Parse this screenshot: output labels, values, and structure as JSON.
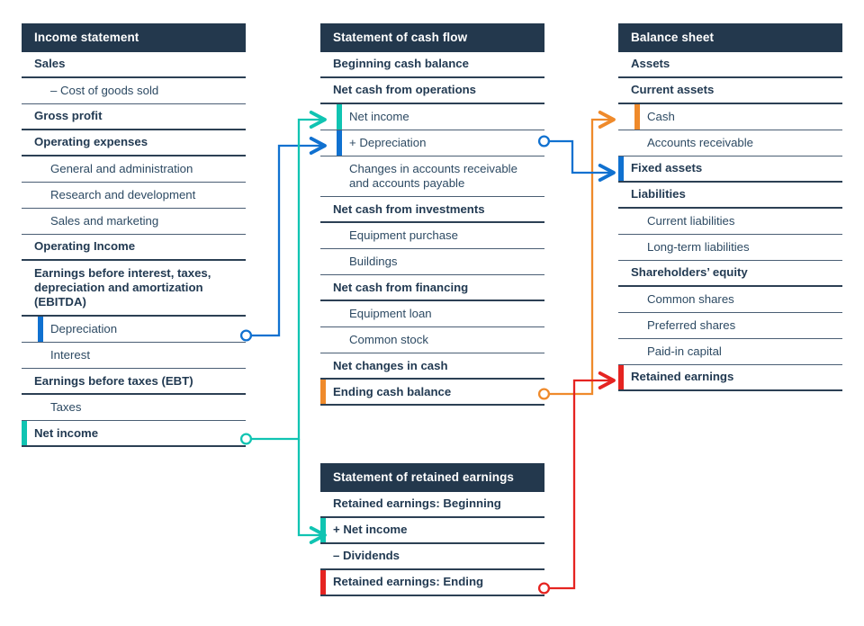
{
  "diagram": {
    "title": "Financial statements linkage diagram",
    "colors": {
      "header_bg": "#23384d",
      "text": "#223a52",
      "teal": "#10c4b2",
      "blue": "#1071d0",
      "orange": "#ef8a2b",
      "red": "#e52421",
      "divider_strong": "#2c4054",
      "divider_light": "#4a5e74"
    }
  },
  "income_statement": {
    "title": "Income statement",
    "rows": [
      {
        "label": "Sales",
        "style": "head",
        "marker": null
      },
      {
        "label": "– Cost of goods sold",
        "style": "sub",
        "marker": null
      },
      {
        "label": "Gross profit",
        "style": "head",
        "marker": null
      },
      {
        "label": "Operating expenses",
        "style": "head",
        "marker": null
      },
      {
        "label": "General and administration",
        "style": "sub",
        "marker": null
      },
      {
        "label": "Research and development",
        "style": "sub",
        "marker": null
      },
      {
        "label": "Sales and marketing",
        "style": "sub",
        "marker": null
      },
      {
        "label": "Operating Income",
        "style": "head",
        "marker": null
      },
      {
        "label": "Earnings before interest, taxes, depreciation and amortization (EBITDA)",
        "style": "head",
        "marker": null
      },
      {
        "label": "Depreciation",
        "style": "sub",
        "marker": "blue"
      },
      {
        "label": "Interest",
        "style": "sub",
        "marker": null
      },
      {
        "label": "Earnings before taxes (EBT)",
        "style": "head",
        "marker": null
      },
      {
        "label": "Taxes",
        "style": "sub",
        "marker": null
      },
      {
        "label": "Net income",
        "style": "head",
        "marker": "teal"
      }
    ]
  },
  "cash_flow": {
    "title": "Statement of cash flow",
    "rows": [
      {
        "label": "Beginning cash balance",
        "style": "head",
        "marker": null
      },
      {
        "label": "Net cash from operations",
        "style": "head",
        "marker": null
      },
      {
        "label": "Net income",
        "style": "sub",
        "marker": "teal"
      },
      {
        "label": "+ Depreciation",
        "style": "sub",
        "marker": "blue"
      },
      {
        "label": "Changes in accounts receivable and accounts payable",
        "style": "sub",
        "marker": null
      },
      {
        "label": "Net cash from investments",
        "style": "head",
        "marker": null
      },
      {
        "label": "Equipment purchase",
        "style": "sub",
        "marker": null
      },
      {
        "label": "Buildings",
        "style": "sub",
        "marker": null
      },
      {
        "label": "Net cash from financing",
        "style": "head",
        "marker": null
      },
      {
        "label": "Equipment loan",
        "style": "sub",
        "marker": null
      },
      {
        "label": "Common stock",
        "style": "sub",
        "marker": null
      },
      {
        "label": "Net changes in cash",
        "style": "head",
        "marker": null
      },
      {
        "label": "Ending cash balance",
        "style": "head",
        "marker": "orange"
      }
    ]
  },
  "balance_sheet": {
    "title": "Balance sheet",
    "rows": [
      {
        "label": "Assets",
        "style": "head",
        "marker": null
      },
      {
        "label": "Current assets",
        "style": "head",
        "marker": null
      },
      {
        "label": "Cash",
        "style": "sub",
        "marker": "orange"
      },
      {
        "label": "Accounts receivable",
        "style": "sub",
        "marker": null
      },
      {
        "label": "Fixed assets",
        "style": "head",
        "marker": "blue"
      },
      {
        "label": "Liabilities",
        "style": "head",
        "marker": null
      },
      {
        "label": "Current liabilities",
        "style": "sub",
        "marker": null
      },
      {
        "label": "Long-term liabilities",
        "style": "sub",
        "marker": null
      },
      {
        "label": "Shareholders’ equity",
        "style": "head",
        "marker": null
      },
      {
        "label": "Common shares",
        "style": "sub",
        "marker": null
      },
      {
        "label": "Preferred shares",
        "style": "sub",
        "marker": null
      },
      {
        "label": "Paid-in capital",
        "style": "sub",
        "marker": null
      },
      {
        "label": "Retained earnings",
        "style": "head",
        "marker": "red"
      }
    ]
  },
  "retained_earnings": {
    "title": "Statement of retained earnings",
    "rows": [
      {
        "label": "Retained earnings: Beginning",
        "style": "head",
        "marker": null
      },
      {
        "label": "+ Net income",
        "style": "head",
        "marker": "teal"
      },
      {
        "label": "– Dividends",
        "style": "head",
        "marker": null
      },
      {
        "label": "Retained earnings: Ending",
        "style": "head",
        "marker": "red"
      }
    ]
  },
  "connectors": [
    {
      "name": "net-income-to-cash-flow-net-income",
      "color": "#10c4b2",
      "from": "Net income (Income statement)",
      "to": "Net income (Statement of cash flow)"
    },
    {
      "name": "net-income-to-retained-earnings-net-income",
      "color": "#10c4b2",
      "from": "Net income (Income statement)",
      "to": "+ Net income (Statement of retained earnings)"
    },
    {
      "name": "depreciation-to-cash-flow-depreciation",
      "color": "#1071d0",
      "from": "Depreciation (Income statement)",
      "to": "+ Depreciation (Statement of cash flow)"
    },
    {
      "name": "depreciation-to-fixed-assets",
      "color": "#1071d0",
      "from": "+ Depreciation (Statement of cash flow)",
      "to": "Fixed assets (Balance sheet)"
    },
    {
      "name": "ending-cash-balance-to-cash",
      "color": "#ef8a2b",
      "from": "Ending cash balance (Statement of cash flow)",
      "to": "Cash (Balance sheet)"
    },
    {
      "name": "retained-earnings-ending-to-retained-earnings",
      "color": "#e52421",
      "from": "Retained earnings: Ending (Statement of retained earnings)",
      "to": "Retained earnings (Balance sheet)"
    }
  ]
}
